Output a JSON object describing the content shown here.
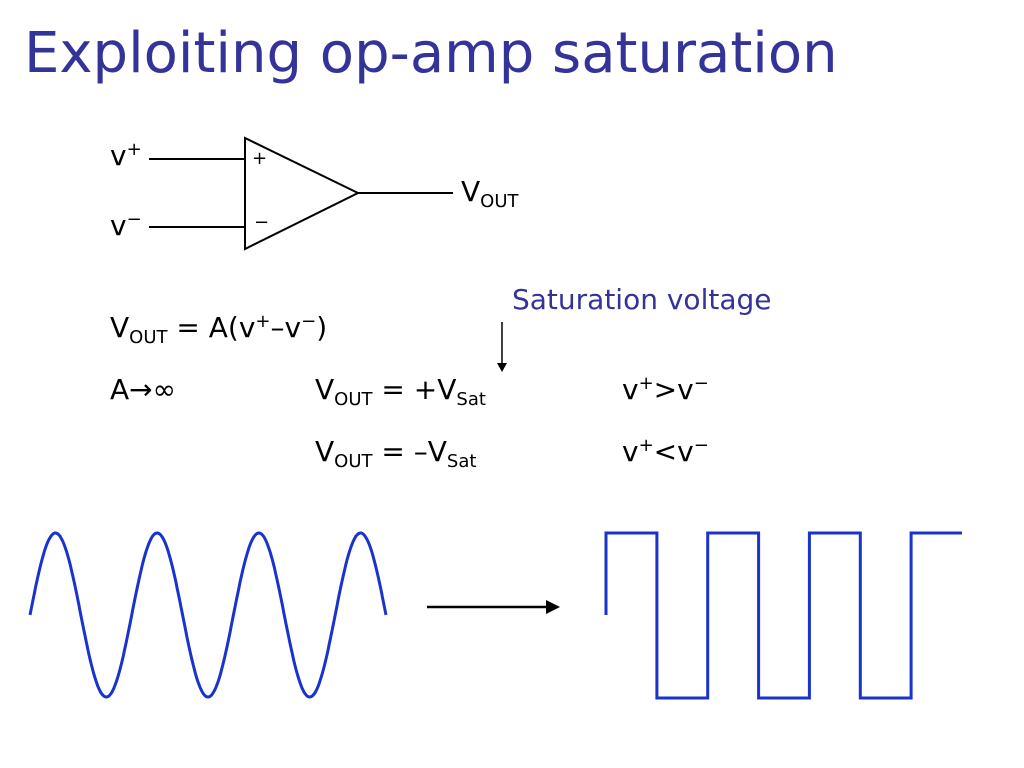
{
  "title": "Exploiting op-amp saturation",
  "circuit": {
    "input_plus": {
      "base": "v",
      "sup": "+"
    },
    "input_minus": {
      "base": "v",
      "sup": "−"
    },
    "pin_plus": "+",
    "pin_minus": "−",
    "output": {
      "base": "V",
      "sub": "OUT"
    }
  },
  "annotation": "Saturation voltage",
  "equations": {
    "gain": {
      "lhs_base": "V",
      "lhs_sub": "OUT",
      "eq": " = A(v",
      "sup1": "+",
      "mid": "–v",
      "sup2": "−",
      "end": ")"
    },
    "limit": "A→∞",
    "positive": {
      "lhs_base": "V",
      "lhs_sub": "OUT",
      "rhs": " = +V",
      "rhs_sub": "Sat",
      "cond_base": "v",
      "cond_sup1": "+",
      "cond_op": ">v",
      "cond_sup2": "−"
    },
    "negative": {
      "lhs_base": "V",
      "lhs_sub": "OUT",
      "rhs": " = –V",
      "rhs_sub": "Sat",
      "cond_base": "v",
      "cond_sup1": "+",
      "cond_op": "<v",
      "cond_sup2": "−"
    }
  },
  "colors": {
    "title": "#333399",
    "annotation": "#333399",
    "waveform": "#1a33cc",
    "lines": "#000000"
  },
  "waveforms": {
    "input": {
      "shape": "sine",
      "cycles": 3.5
    },
    "output": {
      "shape": "square",
      "cycles": 3.5
    }
  }
}
